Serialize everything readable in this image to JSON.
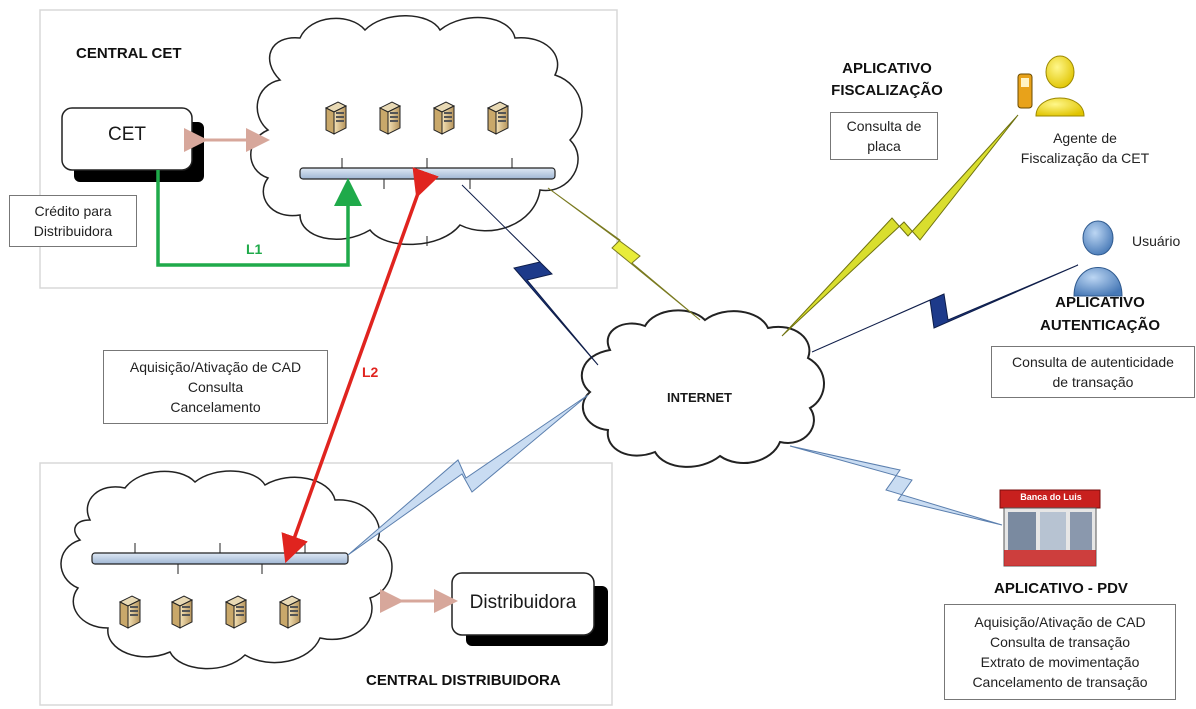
{
  "central_cet": {
    "title": "CENTRAL CET",
    "cet_box": "CET",
    "credit_box": [
      "Crédito para",
      "Distribuidora"
    ],
    "link_l1": "L1"
  },
  "link_l2": "L2",
  "l2_box": [
    "Aquisição/Ativação de CAD",
    "Consulta",
    "Cancelamento"
  ],
  "internet": "INTERNET",
  "central_distribuidora": {
    "title": "CENTRAL DISTRIBUIDORA",
    "distribuidora_box": "Distribuidora"
  },
  "fiscalizacao": {
    "title_line1": "APLICATIVO",
    "title_line2": "FISCALIZAÇÃO",
    "box": [
      "Consulta de",
      "placa"
    ],
    "agent": [
      "Agente de",
      "Fiscalização da CET"
    ]
  },
  "usuario": "Usuário",
  "autenticacao": {
    "title_line1": "APLICATIVO",
    "title_line2": "AUTENTICAÇÃO",
    "box": [
      "Consulta de autenticidade",
      "de transação"
    ]
  },
  "pdv": {
    "title": "APLICATIVO - PDV",
    "kiosk_sign": "Banca do Luis",
    "box": [
      "Aquisição/Ativação de CAD",
      "Consulta de transação",
      "Extrato de movimentação",
      "Cancelamento de transação"
    ]
  },
  "colors": {
    "l1": "#1faa4a",
    "l2": "#e0241f",
    "arrow_pink": "#d7a79b",
    "bolt_yellow": "#e8ec3a",
    "bolt_darkblue": "#1d3a8a",
    "bolt_lightblue": "#c9dcf2",
    "bus": "#b7cbe3"
  },
  "icons": [
    "server-icon",
    "phone-person-icon",
    "user-icon",
    "kiosk-icon",
    "cloud-icon",
    "lightning-icon"
  ]
}
